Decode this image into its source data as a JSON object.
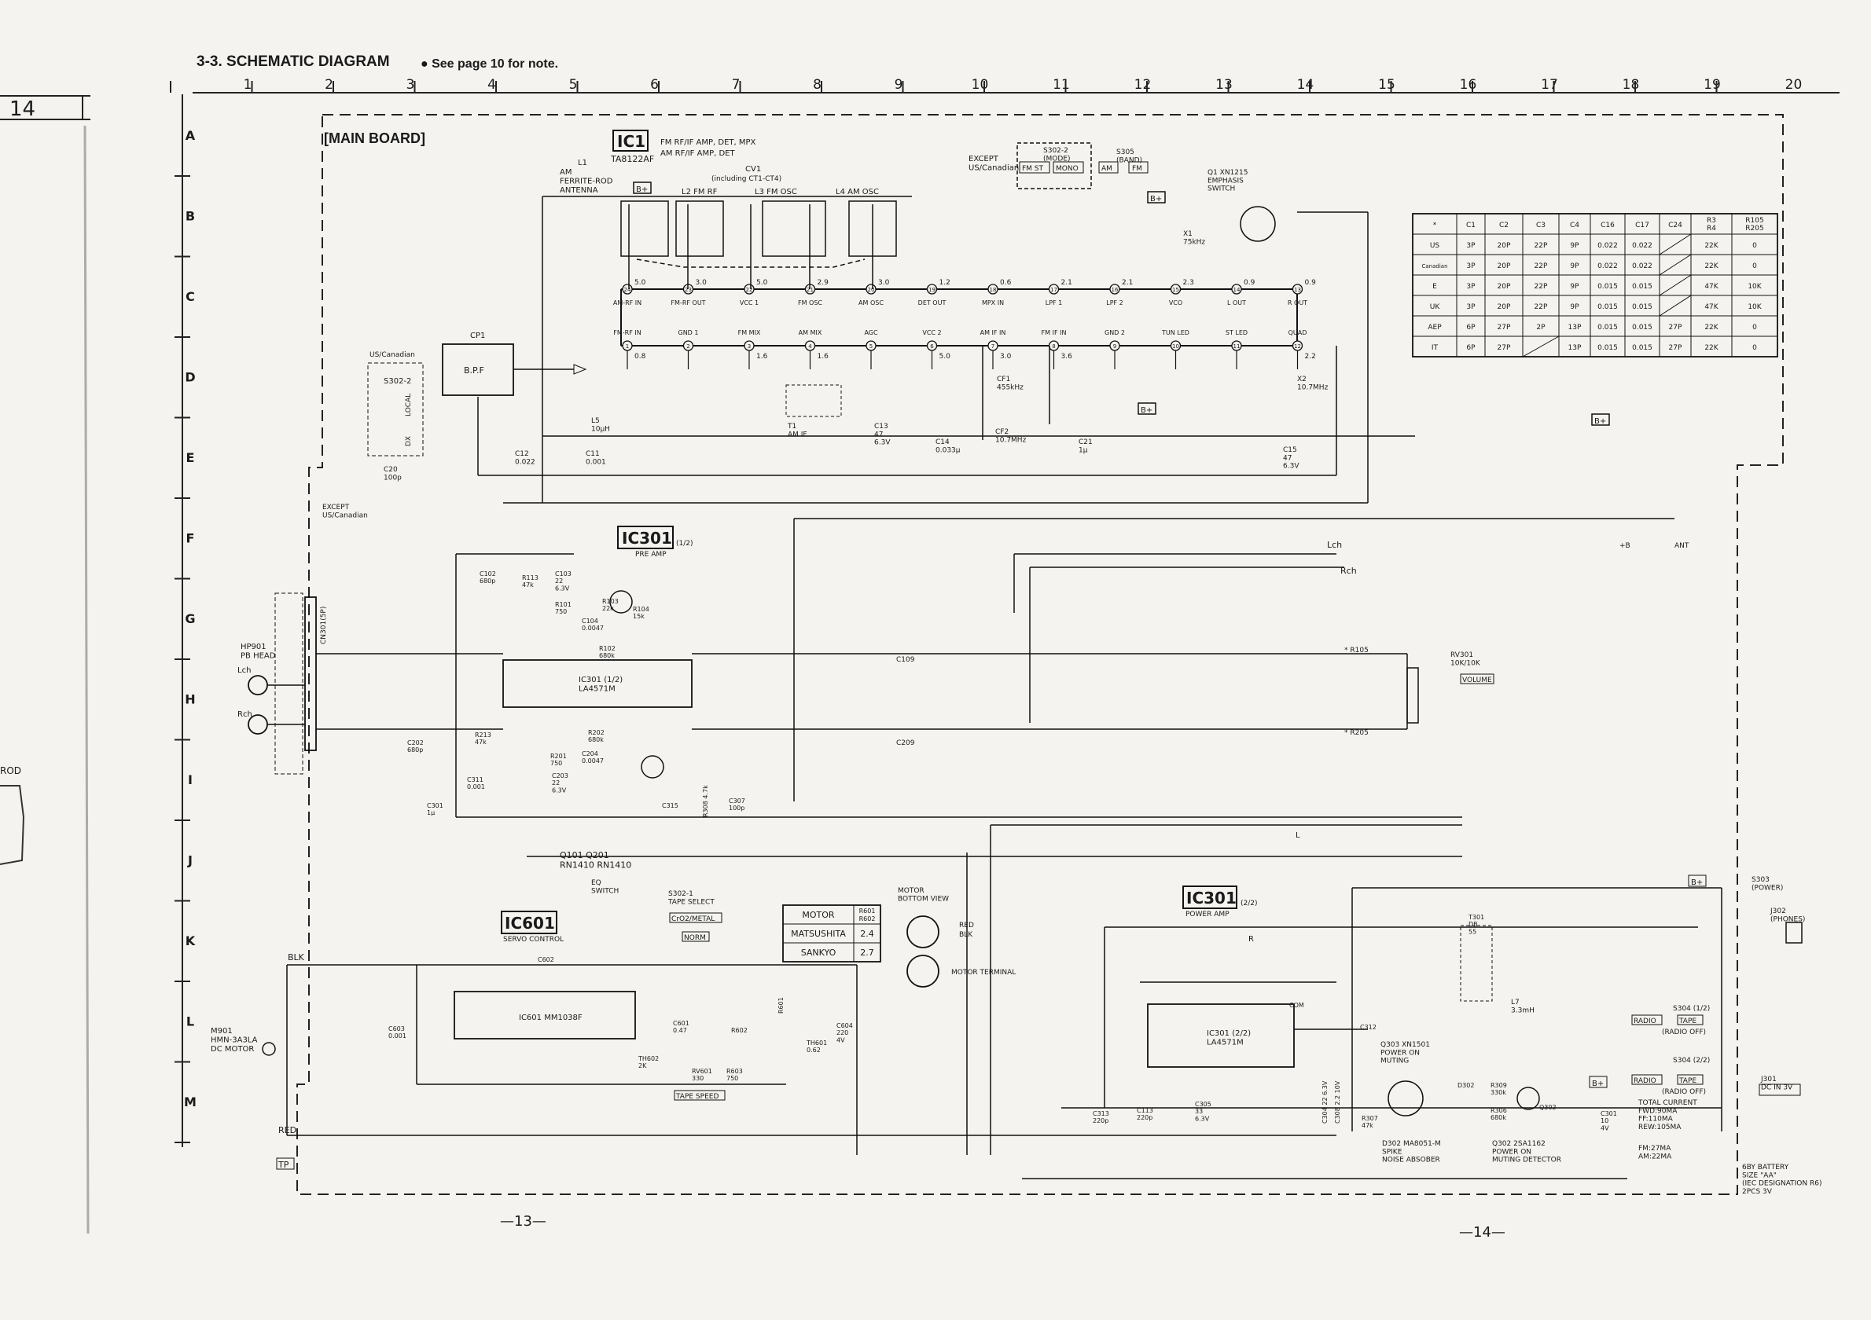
{
  "header": {
    "title": "3-3.  SCHEMATIC DIAGRAM",
    "note": "●  See page 10 for note.",
    "margin_page": "14"
  },
  "grid_columns": [
    "1",
    "2",
    "3",
    "4",
    "5",
    "6",
    "7",
    "8",
    "9",
    "10",
    "11",
    "12",
    "13",
    "14",
    "15",
    "16",
    "17",
    "18",
    "19",
    "20"
  ],
  "grid_rows": [
    "A",
    "B",
    "C",
    "D",
    "E",
    "F",
    "G",
    "H",
    "I",
    "J",
    "K",
    "L",
    "M"
  ],
  "board_title": "[MAIN BOARD]",
  "ic1": {
    "ref": "IC1",
    "part": "TA8122AF",
    "desc1": "FM RF/IF  AMP, DET, MPX",
    "desc2": "AM RF/IF  AMP, DET",
    "pins_top": [
      {
        "n": "24",
        "name": "AM-RF IN",
        "v": "5.0"
      },
      {
        "n": "23",
        "name": "FM-RF OUT",
        "v": "3.0"
      },
      {
        "n": "22",
        "name": "VCC 1",
        "v": "5.0"
      },
      {
        "n": "21",
        "name": "FM OSC",
        "v": "2.9"
      },
      {
        "n": "20",
        "name": "AM OSC",
        "v": "3.0"
      },
      {
        "n": "19",
        "name": "DET OUT",
        "v": "1.2"
      },
      {
        "n": "18",
        "name": "MPX IN",
        "v": "0.6"
      },
      {
        "n": "17",
        "name": "LPF 1",
        "v": "2.1"
      },
      {
        "n": "16",
        "name": "LPF 2",
        "v": "2.1"
      },
      {
        "n": "15",
        "name": "VCO",
        "v": "2.3"
      },
      {
        "n": "14",
        "name": "L OUT",
        "v": "0.9"
      },
      {
        "n": "13",
        "name": "R OUT",
        "v": "0.9"
      }
    ],
    "pins_bottom": [
      {
        "n": "1",
        "name": "FM-RF IN",
        "v": "0.8"
      },
      {
        "n": "2",
        "name": "GND 1",
        "v": ""
      },
      {
        "n": "3",
        "name": "FM MIX",
        "v": "1.6"
      },
      {
        "n": "4",
        "name": "AM MIX",
        "v": "1.6"
      },
      {
        "n": "5",
        "name": "AGC",
        "v": ""
      },
      {
        "n": "6",
        "name": "VCC 2",
        "v": "5.0"
      },
      {
        "n": "7",
        "name": "AM IF IN",
        "v": "3.0"
      },
      {
        "n": "8",
        "name": "FM IF IN",
        "v": "3.6"
      },
      {
        "n": "9",
        "name": "GND 2",
        "v": ""
      },
      {
        "n": "10",
        "name": "TUN LED",
        "v": ""
      },
      {
        "n": "11",
        "name": "ST LED",
        "v": ""
      },
      {
        "n": "12",
        "name": "QUAD",
        "v": "2.2"
      }
    ]
  },
  "tuner_labels": {
    "l1": "L1",
    "l1_desc": "AM\nFERRITE-ROD\nANTENNA",
    "cv1": "CV1",
    "cv1_desc": "(including CT1-CT4)",
    "l2": "L2 FM RF",
    "l3": "L3 FM OSC",
    "l4": "L4 AM OSC",
    "b_plus": "B+",
    "except_note": "EXCEPT\nUS/Canadian",
    "s302_2_mode": "S302-2\n(MODE)",
    "fm_st": "FM ST",
    "mono": "MONO",
    "s305": "S305\n(BAND)",
    "am": "AM",
    "fm": "FM",
    "q1": "Q1  XN1215\nEMPHASIS\nSWITCH",
    "cp1": "CP1",
    "bpf": "B.P.F",
    "us_canadian": "US/Canadian",
    "s302_2": "S302-2",
    "local": "LOCAL",
    "dx": "DX",
    "except_us": "EXCEPT\nUS/Canadian",
    "t1": "T1\nAM IF",
    "cf1": "CF1\n455kHz",
    "cf2": "CF2\n10.7MHz",
    "x1": "X1\n75kHz",
    "x2": "X2\n10.7MHz",
    "l5": "L5\n10μH",
    "c12": "C12\n0.022",
    "c11": "C11\n0.001",
    "c20": "C20\n100p",
    "c15": "C15\n47\n6.3V",
    "c21": "C21\n1μ",
    "c13": "C13\n47\n6.3V",
    "c14": "C14\n0.033μ"
  },
  "capacitor_table": {
    "headers": [
      "*",
      "C1",
      "C2",
      "C3",
      "C4",
      "C16",
      "C17",
      "C24",
      "R3\nR4",
      "R105\nR205"
    ],
    "rows": [
      [
        "US",
        "3P",
        "20P",
        "22P",
        "9P",
        "0.022",
        "0.022",
        "",
        "22K",
        "0"
      ],
      [
        "Canadian",
        "3P",
        "20P",
        "22P",
        "9P",
        "0.022",
        "0.022",
        "",
        "22K",
        "0"
      ],
      [
        "E",
        "3P",
        "20P",
        "22P",
        "9P",
        "0.015",
        "0.015",
        "",
        "47K",
        "10K"
      ],
      [
        "UK",
        "3P",
        "20P",
        "22P",
        "9P",
        "0.015",
        "0.015",
        "",
        "47K",
        "10K"
      ],
      [
        "AEP",
        "6P",
        "27P",
        "2P",
        "13P",
        "0.015",
        "0.015",
        "27P",
        "22K",
        "0"
      ],
      [
        "IT",
        "6P",
        "27P",
        "",
        "13P",
        "0.015",
        "0.015",
        "27P",
        "22K",
        "0"
      ]
    ]
  },
  "ic301a": {
    "ref": "IC301",
    "suffix": "(1/2)",
    "desc": "PRE AMP",
    "part": "IC301 (1/2)\nLA4571M",
    "hp901": "HP901\nPB HEAD",
    "lch": "Lch",
    "rch": "Rch",
    "cn301": "CN301(5P)",
    "q101": "Q101\nRN1410",
    "q201": "Q201\nRN1410",
    "q_pair": "Q101      Q201\nRN1410    RN1410",
    "eq": "EQ\nSWITCH",
    "s302_1": "S302-1\nTAPE SELECT",
    "cro2": "CrO2/METAL",
    "norm": "NORM",
    "c109": "C109",
    "c209": "C209",
    "r105": "* R105",
    "r205": "* R205",
    "rv301": "RV301\n10K/10K",
    "volume": "VOLUME",
    "lch_line": "Lch",
    "rch_line": "Rch",
    "c102": "C102\n680p",
    "r113": "R113\n47k",
    "c103": "C103\n22\n6.3V",
    "r103": "R103\n22k",
    "r101": "R101\n750",
    "c104": "C104\n0.0047",
    "r104": "R104\n15k",
    "r102": "R102\n680k",
    "c202": "C202\n680p",
    "r213": "R213\n47k",
    "r201": "R201\n750",
    "r202": "R202\n680k",
    "c204": "C204\n0.0047",
    "c203": "C203\n22\n6.3V",
    "c311": "C311\n0.001",
    "c301": "C301\n1μ",
    "c315": "C315",
    "r308": "R308 4.7k",
    "c307": "C307\n100p",
    "b_label": "+B",
    "ant_label": "ANT"
  },
  "ic601": {
    "ref": "IC601",
    "desc": "SERVO CONTROL",
    "part": "IC601 MM1038F",
    "blk": "BLK",
    "red": "RED",
    "m901": "M901\nHMN-3A3LA\nDC MOTOR",
    "c602": "C602",
    "c603": "C603\n0.001",
    "c601": "C601\n0.47",
    "r602": "R602",
    "r601": "R601",
    "th602": "TH602\n2K",
    "th601": "TH601\n0.62",
    "c604": "C604\n220\n4V",
    "rv601": "RV601\n330",
    "r603": "R603\n750",
    "tape_speed": "TAPE SPEED",
    "tp": "TP",
    "motor_bottom": "MOTOR\nBOTTOM VIEW",
    "red_label": "RED",
    "blk_label": "BLK",
    "motor_terminal": "MOTOR TERMINAL",
    "motor_table": {
      "headers": [
        "MOTOR",
        "R601\nR602"
      ],
      "rows": [
        [
          "MATSUSHITA",
          "2.4"
        ],
        [
          "SANKYO",
          "2.7"
        ]
      ]
    }
  },
  "ic301b": {
    "ref": "IC301",
    "suffix": "(2/2)",
    "desc": "POWER AMP",
    "part": "IC301 (2/2)\nLA4571M",
    "l_label": "L",
    "r_label": "R",
    "s303": "S303\n(POWER)",
    "j302": "J302\n(PHONES)",
    "t301": "T301\nDB\n55",
    "l7": "L7\n3.3mH",
    "s304_1": "S304 (1/2)",
    "radio": "RADIO",
    "tape": "TAPE",
    "radio_off": "(RADIO OFF)",
    "s304_2": "S304 (2/2)",
    "radio_on_off": "(RADIO OFF)",
    "j301": "J301\nDC IN 3V",
    "total_current": "TOTAL CURRENT\nFWD:90MA\nFF:110MA\nREW:105MA",
    "fm_am_current": "FM:27MA\nAM:22MA",
    "battery": "6BY BATTERY\nSIZE \"AA\"\n(IEC DESIGNATION R6)\n2PCS 3V",
    "q303": "Q303  XN1501\nPOWER ON\nMUTING",
    "q302_spike": "D302  MA8051-M\nSPIKE\nNOISE ABSOBER",
    "q302": "Q302  2SA1162\nPOWER ON\nMUTING DETECTOR",
    "c312": "C312",
    "c313": "C313\n220p",
    "c113": "C113\n220p",
    "c305": "C305\n33\n6.3V",
    "c304": "C304 22 6.3V",
    "c308": "C308 2.2 10V",
    "r307": "R307\n47k",
    "r309": "R309\n330k",
    "r306": "R306\n680k",
    "c301b": "C301\n10\n4V",
    "d302": "D302",
    "q302_ref": "Q302",
    "com": "COM"
  },
  "footer": {
    "page13": "—13—",
    "page14": "—14—"
  },
  "margin_labels": {
    "rod": "ROD"
  },
  "colors": {
    "paper": "#f4f3ef",
    "ink": "#1a1a1a"
  }
}
